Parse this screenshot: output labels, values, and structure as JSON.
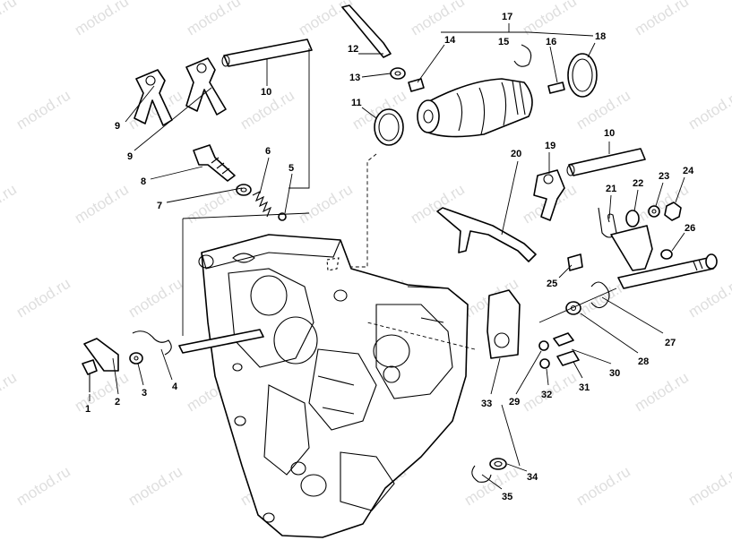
{
  "diagram": {
    "watermark_text": "motod.ru",
    "callouts": [
      "1",
      "2",
      "3",
      "4",
      "5",
      "6",
      "7",
      "8",
      "9",
      "9",
      "10",
      "10",
      "11",
      "12",
      "13",
      "14",
      "15",
      "16",
      "17",
      "18",
      "19",
      "20",
      "21",
      "22",
      "23",
      "24",
      "25",
      "26",
      "27",
      "28",
      "29",
      "30",
      "31",
      "32",
      "33",
      "34",
      "35"
    ]
  },
  "colors": {
    "line": "#000000",
    "background": "#ffffff",
    "watermark": "#b8b8b8"
  }
}
